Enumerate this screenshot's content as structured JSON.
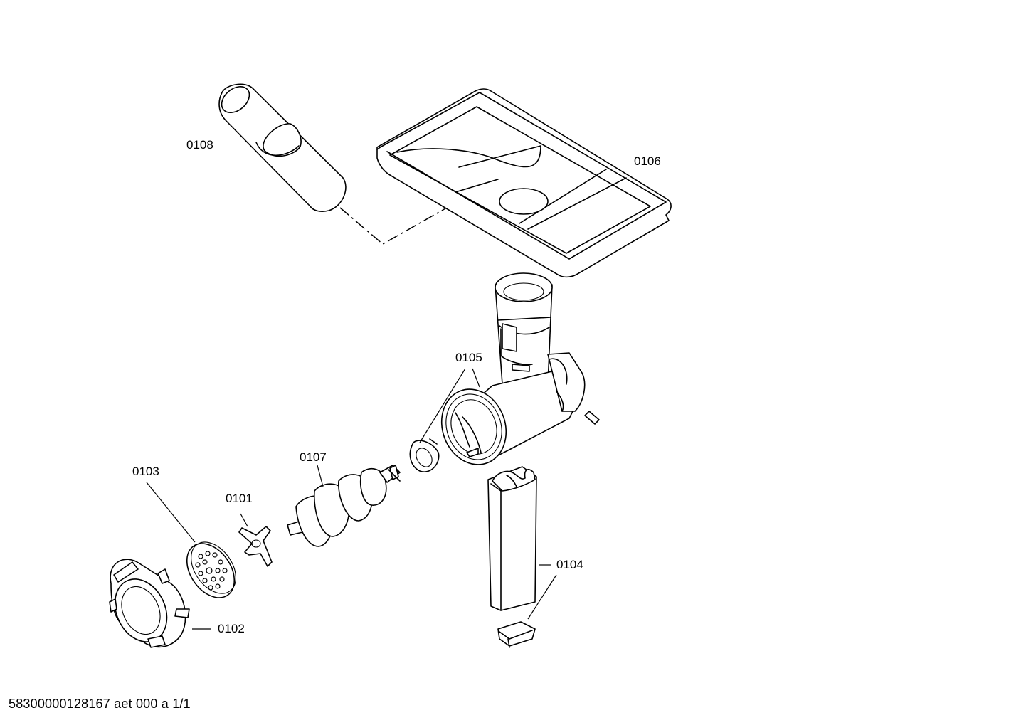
{
  "parts": [
    {
      "id": "p0101",
      "label": "0101"
    },
    {
      "id": "p0102",
      "label": "0102"
    },
    {
      "id": "p0103",
      "label": "0103"
    },
    {
      "id": "p0104",
      "label": "0104"
    },
    {
      "id": "p0105",
      "label": "0105"
    },
    {
      "id": "p0106",
      "label": "0106"
    },
    {
      "id": "p0107",
      "label": "0107"
    },
    {
      "id": "p0108",
      "label": "0108"
    }
  ],
  "footer": {
    "text": "58300000128167 aet 000 a 1/1"
  }
}
